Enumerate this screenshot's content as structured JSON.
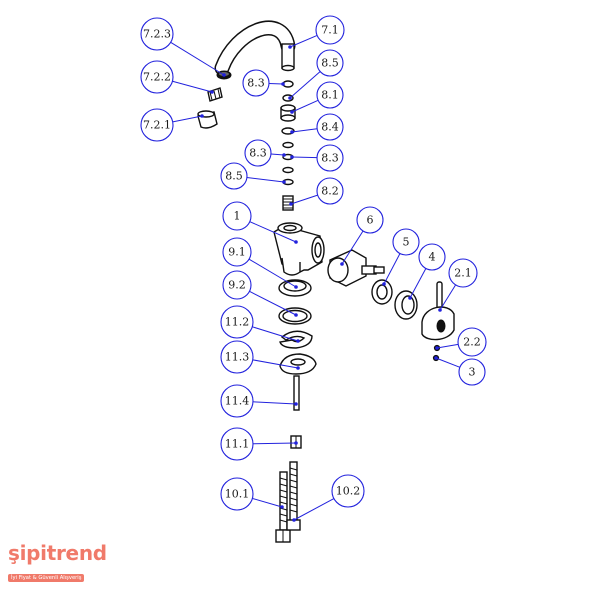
{
  "callouts": [
    {
      "id": "c-7-2-3",
      "label": "7.2.3"
    },
    {
      "id": "c-7-1",
      "label": "7.1"
    },
    {
      "id": "c-8-3-top",
      "label": "8.3"
    },
    {
      "id": "c-8-5-top",
      "label": "8.5"
    },
    {
      "id": "c-7-2-2",
      "label": "7.2.2"
    },
    {
      "id": "c-8-1",
      "label": "8.1"
    },
    {
      "id": "c-7-2-1",
      "label": "7.2.1"
    },
    {
      "id": "c-8-4",
      "label": "8.4"
    },
    {
      "id": "c-8-3-left",
      "label": "8.3"
    },
    {
      "id": "c-8-3-right",
      "label": "8.3"
    },
    {
      "id": "c-8-5-left",
      "label": "8.5"
    },
    {
      "id": "c-8-2",
      "label": "8.2"
    },
    {
      "id": "c-1",
      "label": "1"
    },
    {
      "id": "c-6",
      "label": "6"
    },
    {
      "id": "c-5",
      "label": "5"
    },
    {
      "id": "c-9-1",
      "label": "9.1"
    },
    {
      "id": "c-4",
      "label": "4"
    },
    {
      "id": "c-2-1",
      "label": "2.1"
    },
    {
      "id": "c-9-2",
      "label": "9.2"
    },
    {
      "id": "c-11-2",
      "label": "11.2"
    },
    {
      "id": "c-2-2",
      "label": "2.2"
    },
    {
      "id": "c-11-3",
      "label": "11.3"
    },
    {
      "id": "c-3",
      "label": "3"
    },
    {
      "id": "c-11-4",
      "label": "11.4"
    },
    {
      "id": "c-11-1",
      "label": "11.1"
    },
    {
      "id": "c-10-1",
      "label": "10.1"
    },
    {
      "id": "c-10-2",
      "label": "10.2"
    }
  ],
  "logo": {
    "wordmark": "şipitrend",
    "tagline": "İyi Fiyat & Güvenli Alışveriş"
  },
  "colors": {
    "callout": "#2222dd",
    "brand": "#f07a6a",
    "line": "#111111"
  }
}
